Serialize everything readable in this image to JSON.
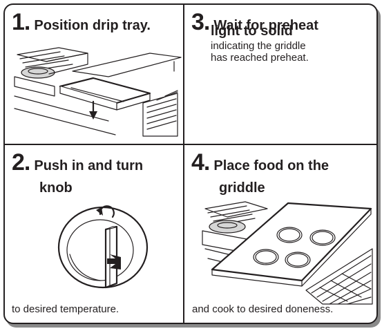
{
  "steps": [
    {
      "number": "1",
      "title": "Position drip tray.",
      "caption": ""
    },
    {
      "number": "2",
      "title": "Push in and turn",
      "title_line2": "knob",
      "caption": "to desired temperature."
    },
    {
      "number": "3",
      "title": "Wait for preheat",
      "title_line2": "light to solid",
      "subtitle_line1": "indicating the griddle",
      "subtitle_line2": "has reached preheat.",
      "caption": ""
    },
    {
      "number": "4",
      "title": "Place food on the",
      "title_line2": "griddle",
      "caption": "and cook to desired doneness."
    }
  ],
  "colors": {
    "ink": "#231f20",
    "shadow": "#8a8a8a",
    "fill_gray": "#d6d6d6"
  },
  "icons": [
    "drip-tray-illustration",
    "knob-illustration",
    "rotate-arrow-icon",
    "push-arrow-icon",
    "griddle-illustration"
  ]
}
